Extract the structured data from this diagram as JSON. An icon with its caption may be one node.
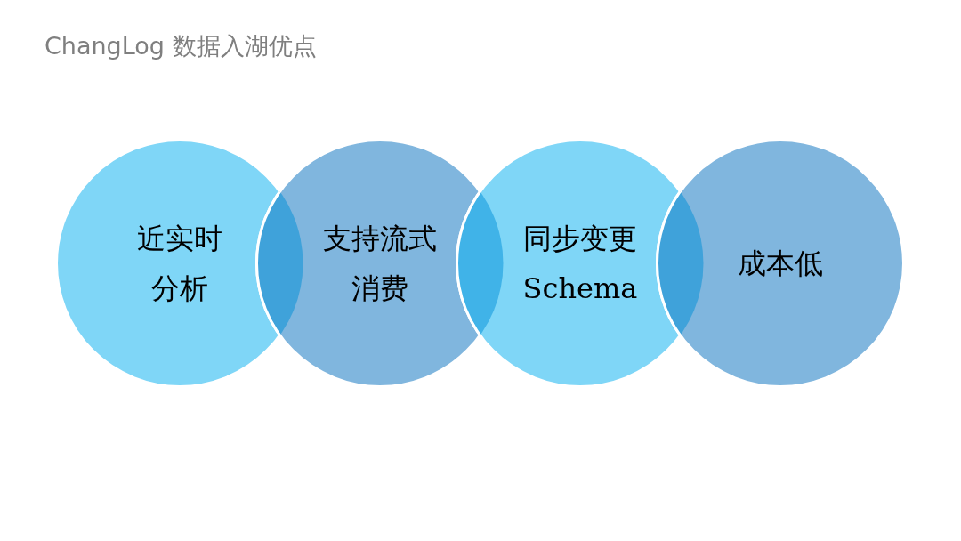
{
  "diagram": {
    "title": "ChangLog 数据入湖优点",
    "nodes": [
      {
        "text": [
          "近实时分析"
        ]
      },
      {
        "text": [
          "支持流式消费"
        ]
      },
      {
        "text": [
          "同步变更 Schema"
        ]
      },
      {
        "text": [
          "成本低"
        ]
      }
    ]
  }
}
